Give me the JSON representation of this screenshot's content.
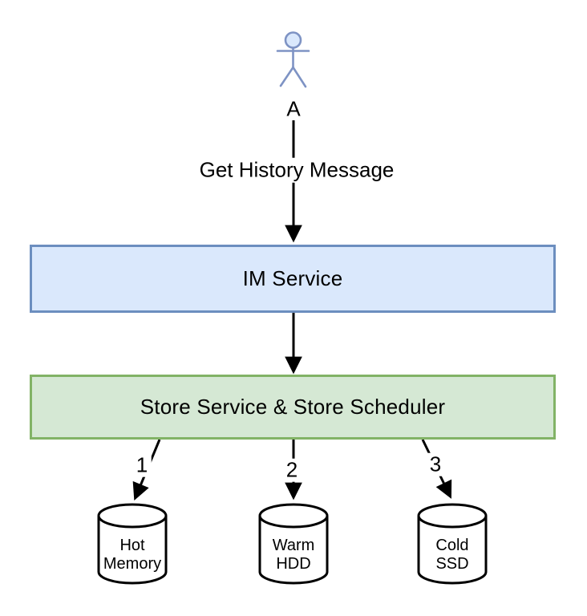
{
  "diagram": {
    "actor": {
      "label": "A"
    },
    "nodes": {
      "im_service": {
        "label": "IM Service",
        "fill": "#dae8fc",
        "stroke": "#6c8ebf"
      },
      "store_service": {
        "label": "Store Service & Store Scheduler",
        "fill": "#d5e8d4",
        "stroke": "#82b366"
      }
    },
    "edges": {
      "actor_to_im": {
        "label": "Get History Message"
      },
      "im_to_store": {
        "label": ""
      },
      "store_to_hot": {
        "label": "1"
      },
      "store_to_warm": {
        "label": "2"
      },
      "store_to_cold": {
        "label": "3"
      }
    },
    "databases": [
      {
        "label": "Hot\nMemory"
      },
      {
        "label": "Warm\nHDD"
      },
      {
        "label": "Cold\nSSD"
      }
    ],
    "colors": {
      "actor_stroke": "#7e93c4",
      "actor_fill": "#dae8fc",
      "edge_stroke": "#000000",
      "cylinder_fill": "#ffffff",
      "cylinder_stroke": "#000000"
    }
  }
}
